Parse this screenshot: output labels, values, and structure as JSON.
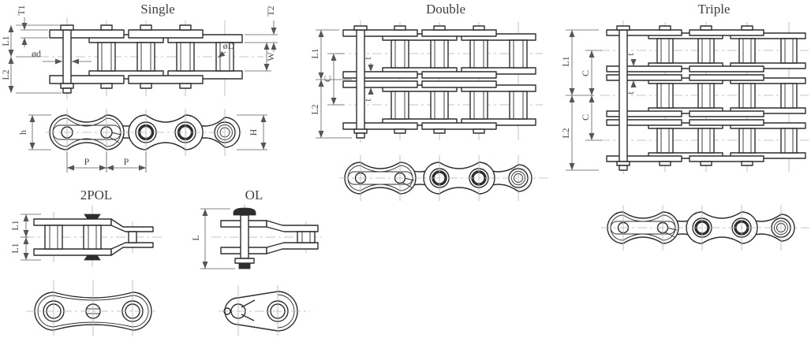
{
  "page": {
    "background": "#ffffff",
    "description": "Roller chain engineering diagram with Single, Double and Triple strand chains plus offset links"
  },
  "colors": {
    "line": "#2d2d2d",
    "centerline": "#b3b3b3",
    "dimension": "#5e5e5e",
    "label_text": "#474747",
    "title_text": "#3f3f3f"
  },
  "sections": {
    "single": {
      "title": "Single",
      "dims": {
        "t1": "T1",
        "t2": "T2",
        "l1": "L1",
        "l2": "L2",
        "pin_dia": "ød",
        "roller_dia": "øD",
        "width": "W",
        "plate_h_left": "h",
        "plate_h_right": "H",
        "pitch_left": "P",
        "pitch_right": "P"
      }
    },
    "double": {
      "title": "Double",
      "dims": {
        "l1": "L1",
        "l2": "L2",
        "c": "C",
        "t_upper": "t",
        "t_lower": "t"
      }
    },
    "triple": {
      "title": "Triple",
      "dims": {
        "l1": "L1",
        "l2": "L2",
        "c_upper": "C",
        "c_lower": "C",
        "t_upper": "t",
        "t_lower": "t"
      }
    },
    "two_pitch_offset": {
      "title": "2POL",
      "dims": {
        "l1_upper": "L1",
        "l1_lower": "L1"
      }
    },
    "offset_link": {
      "title": "OL",
      "dims": {
        "l": "L"
      }
    }
  }
}
